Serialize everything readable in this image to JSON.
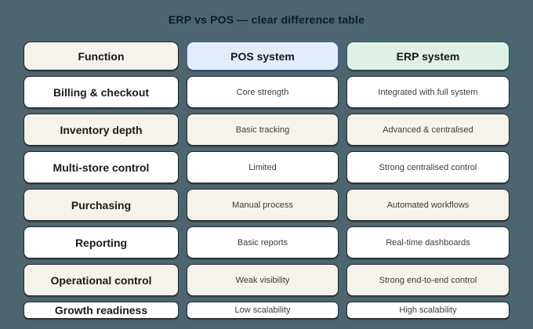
{
  "page": {
    "background": "#4c656f",
    "title_color": "#101c1f"
  },
  "chart_data": {
    "type": "table",
    "title": "ERP vs POS — clear difference table",
    "columns": [
      "Function",
      "POS system",
      "ERP system"
    ],
    "rows": [
      [
        "Billing & checkout",
        "Core strength",
        "Integrated with full system"
      ],
      [
        "Inventory depth",
        "Basic tracking",
        "Advanced & centralised"
      ],
      [
        "Multi-store control",
        "Limited",
        "Strong centralised control"
      ],
      [
        "Purchasing",
        "Manual process",
        "Automated workflows"
      ],
      [
        "Reporting",
        "Basic reports",
        "Real-time dashboards"
      ],
      [
        "Operational control",
        "Weak visibility",
        "Strong end-to-end control"
      ],
      [
        "Growth readiness",
        "Low scalability",
        "High scalability"
      ]
    ]
  },
  "theme": {
    "header_styles": [
      {
        "bg": "#f5f3eb",
        "border": "#23292c"
      },
      {
        "bg": "#e2edfc",
        "border": "#3a6cae"
      },
      {
        "bg": "#dff1e7",
        "border": "#25584e"
      }
    ],
    "row_bg_even": "#ffffff",
    "row_bg_odd": "#f5f3eb"
  }
}
